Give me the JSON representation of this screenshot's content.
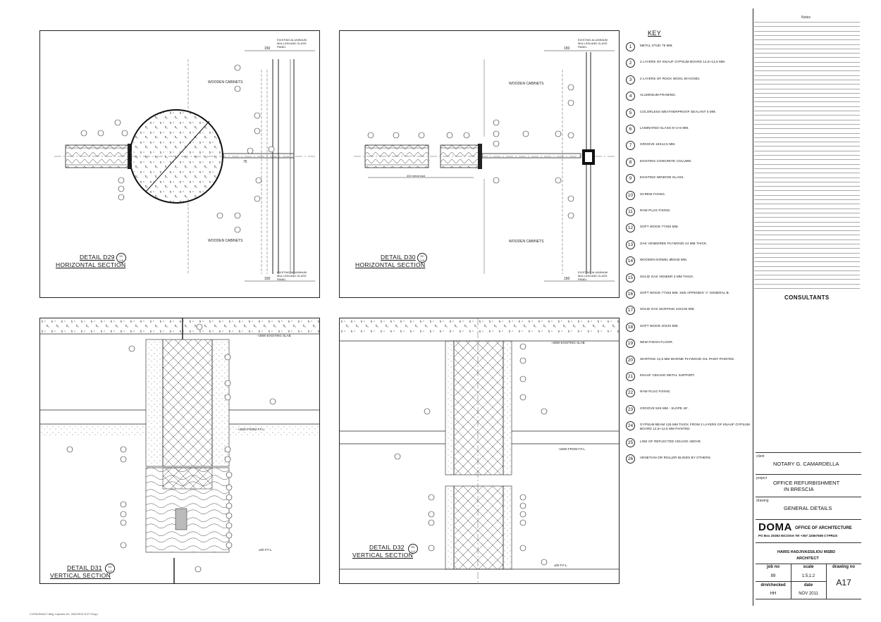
{
  "details": {
    "d29": {
      "title1": "DETAIL D29",
      "title2": "HORIZONTAL SECTION",
      "scale_top": "SC",
      "scale_bottom": "1:5",
      "cab_top": "WOODEN CABINETS",
      "cab_bottom": "WOODEN CABINETS",
      "glass_top": "EXISTING ALUMINIUM MULLION AND GLASS PANEL",
      "glass_bottom": "EXISTING ALUMINIUM MULLION AND GLASS PANEL",
      "dim150": "150",
      "dim75": "75"
    },
    "d30": {
      "title1": "DETAIL D30",
      "title2": "HORIZONTAL SECTION",
      "scale_top": "SC",
      "scale_bottom": "1:5",
      "cab_top": "WOODEN CABINETS",
      "cab_bottom": "WOODEN CABINETS",
      "glass_top": "EXISTING ALUMINIUM MULLION AND GLASS PANEL",
      "glass_bottom": "EXISTING ALUMINIUM MULLION AND GLASS PANEL",
      "stud": "400 metal stud",
      "dim150": "150"
    },
    "d31": {
      "title1": "DETAIL D31",
      "title2": "VERTICAL SECTION",
      "scale_top": "SC",
      "scale_bottom": "1:2",
      "slab": "+2800 EXISTING SLAB",
      "ffl1": "+2600 FROM F.F.L.",
      "ffl2": "±00 F.F.L."
    },
    "d32": {
      "title1": "DETAIL D32",
      "title2": "VERTICAL SECTION",
      "scale_top": "SC",
      "scale_bottom": "1:2",
      "slab": "+2800 EXISTING SLAB",
      "ffl1": "+2600 FROM F.F.L.",
      "ffl2": "±00 F.F.L."
    }
  },
  "key": {
    "title": "KEY",
    "items": [
      {
        "n": "1",
        "t": "METAL STUD 75 mm."
      },
      {
        "n": "2",
        "t": "2 LAYERS OF KNAUF GYPSUM BOARD 12,5+12,5 mm."
      },
      {
        "n": "3",
        "t": "2 LAYERS OF ROCK WOOL 50 Kg/m3."
      },
      {
        "n": "4",
        "t": "ALUMINIUM FRAMING."
      },
      {
        "n": "5",
        "t": "COLORLESS WEATHERPROOF SEALANT 5 mm."
      },
      {
        "n": "6",
        "t": "LAMINATED GLASS 8+1+8 mm."
      },
      {
        "n": "7",
        "t": "GROOVE 18x12,5 mm."
      },
      {
        "n": "8",
        "t": "EXISTING CONCRETE COLUMN."
      },
      {
        "n": "9",
        "t": "EXISTING WINDOW GLASS."
      },
      {
        "n": "10",
        "t": "SCREW FIXING."
      },
      {
        "n": "11",
        "t": "RAW PLUG FIXING."
      },
      {
        "n": "12",
        "t": "SOFT WOOD 77x50 mm."
      },
      {
        "n": "13",
        "t": "OAK VENEERED PLYWOOD 24 mm THICK."
      },
      {
        "n": "14",
        "t": "WOODEN DOWEL ø6x30 mm."
      },
      {
        "n": "15",
        "t": "SOLID OAK VENEER 3 mm THICK."
      },
      {
        "n": "16",
        "t": "SOFT WOOD 77x63 mm. SEE APPENDIX 'A' GENERAL B."
      },
      {
        "n": "17",
        "t": "SOLID OAK SKIRTING 24x100 mm."
      },
      {
        "n": "18",
        "t": "SOFT WOOD 20x40 mm."
      },
      {
        "n": "19",
        "t": "NEW FINISH FLOOR."
      },
      {
        "n": "20",
        "t": "SKIRTING 12,5 mm MARINE PLYWOOD OIL PAINT PAINTED."
      },
      {
        "n": "21",
        "t": "KNAUF CEILING METAL SUPPORT."
      },
      {
        "n": "22",
        "t": "RAW PLUG FIXING."
      },
      {
        "n": "23",
        "t": "GROOVE 5x5 mm - SLOPE 45'."
      },
      {
        "n": "24",
        "t": "GYPSUM BEAM 125 mm THICK FROM 2 LAYERS OF KNAUF GYPSUM BOARD 12,5+12,5 mm PAINTED."
      },
      {
        "n": "25",
        "t": "LINE OF REFLECTED CEILING ABOVE."
      },
      {
        "n": "26",
        "t": "VENETIAN OR ROLLER BLINDS BY OTHERS."
      }
    ]
  },
  "title_block": {
    "notes": "Notes",
    "consultants": "CONSULTANTS",
    "client_label": "client",
    "client": "NOTARY  G. CAMARDELLA",
    "project_label": "project",
    "project1": "OFFICE REFURBISHMENT",
    "project2": "IN BRESCIA",
    "drawing_label": "drawing",
    "drawing": "GENERAL DETAILS",
    "firm_logo": "DOMA",
    "firm_sub": "OFFICE OF ARCHITECTURE",
    "firm_addr": "PO Box 25383 NICOSIA Tel +357 22667608 CYPRUS",
    "architect1": "HARIS HADJIVASSILIOU MSBD",
    "architect2": "ARCHITECT",
    "job_no_label": "job no",
    "job_no": "89",
    "scale_label": "scale",
    "scale": "1:5,1:2",
    "drawing_no_label": "drawing no",
    "drawing_no": "A17",
    "drn_label": "drn/checked",
    "drn": "HH",
    "date_label": "date",
    "date": "NOV 2011"
  },
  "footer": "C:\\FA\\ON\\A17.dwg, Layout1-A1, 16/2/2012 8:17:16 μμ"
}
